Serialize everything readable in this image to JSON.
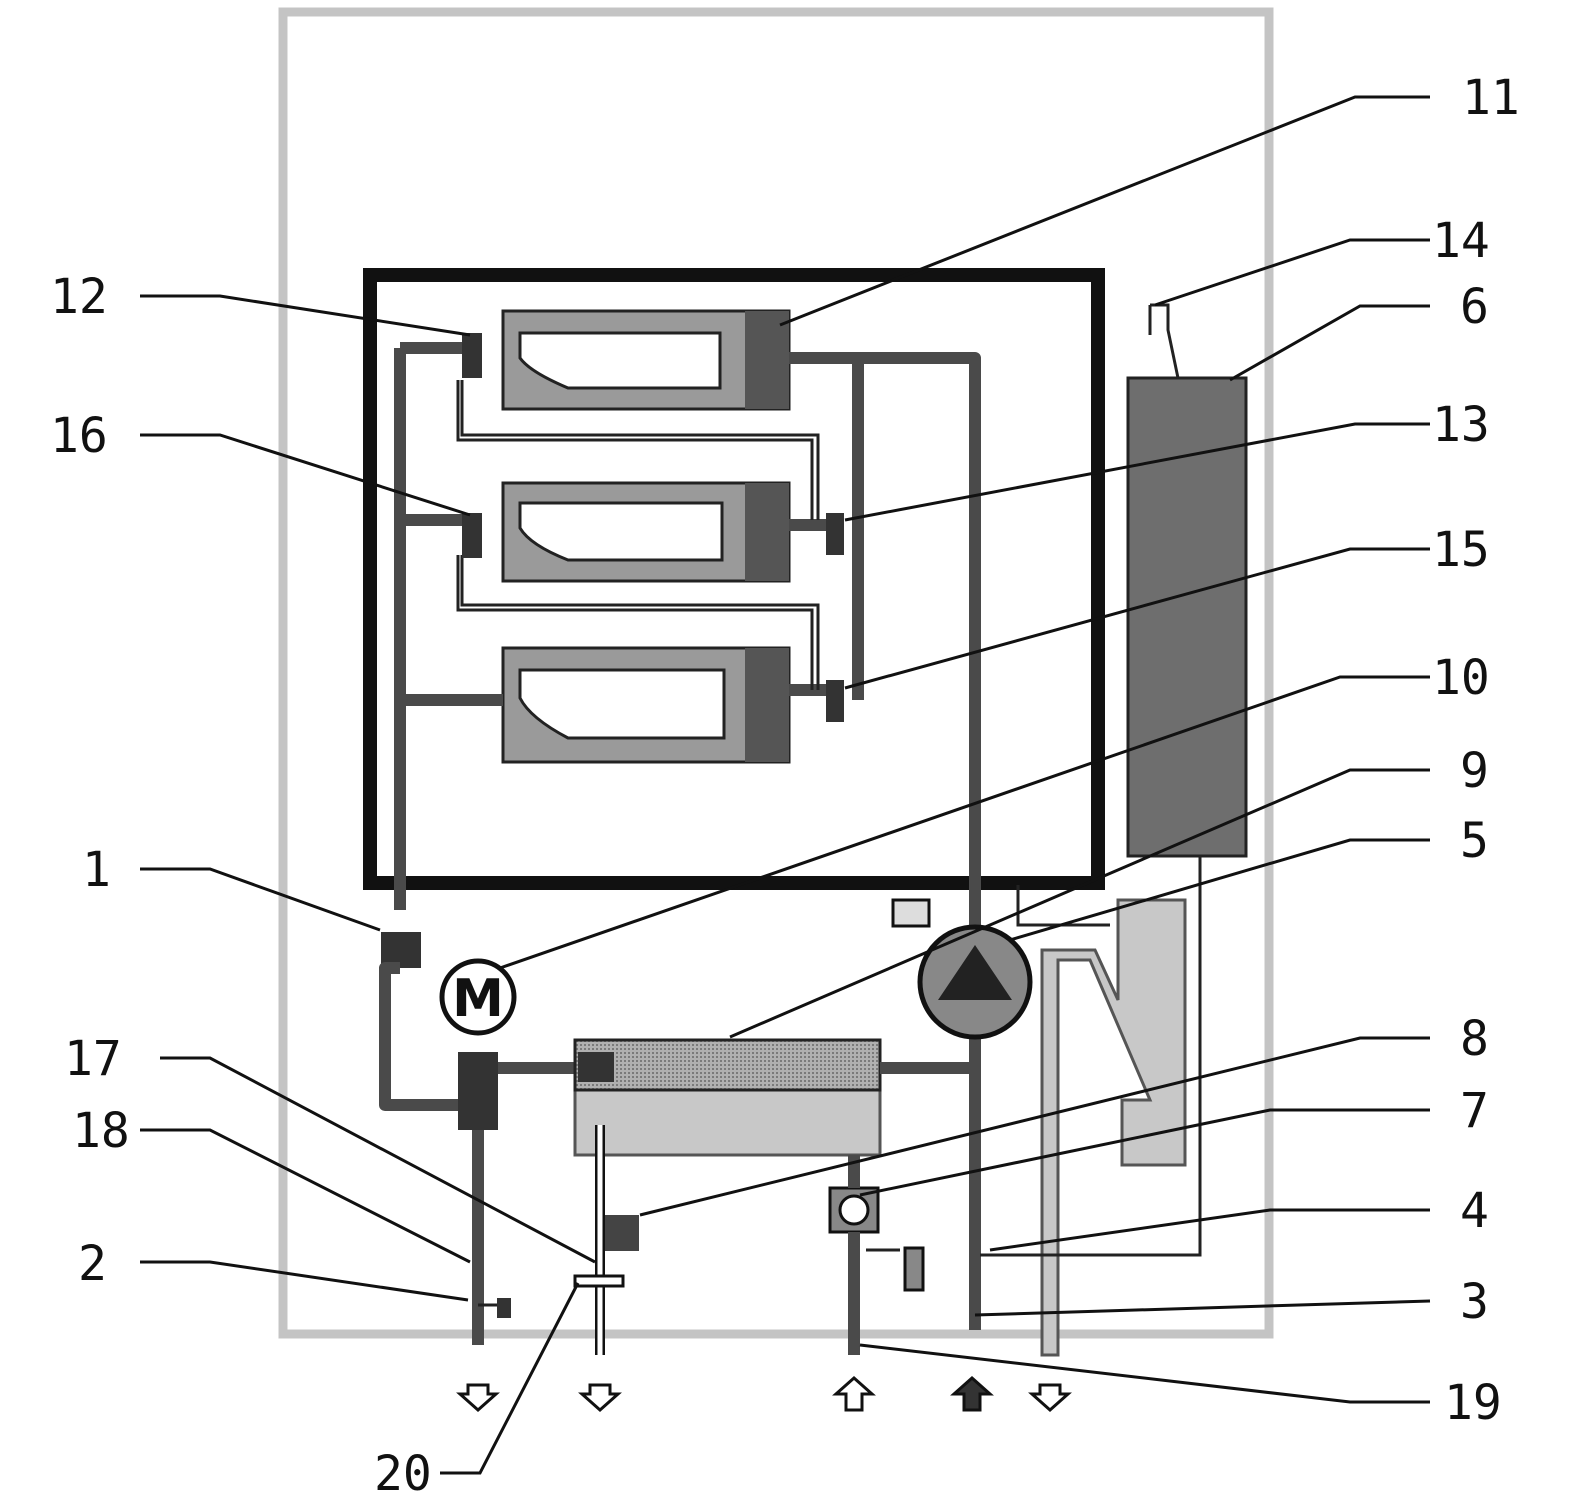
{
  "diagram": {
    "labels": [
      {
        "id": "1",
        "text": "1"
      },
      {
        "id": "2",
        "text": "2"
      },
      {
        "id": "3",
        "text": "3"
      },
      {
        "id": "4",
        "text": "4"
      },
      {
        "id": "5",
        "text": "5"
      },
      {
        "id": "6",
        "text": "6"
      },
      {
        "id": "7",
        "text": "7"
      },
      {
        "id": "8",
        "text": "8"
      },
      {
        "id": "9",
        "text": "9"
      },
      {
        "id": "10",
        "text": "10"
      },
      {
        "id": "11",
        "text": "11"
      },
      {
        "id": "12",
        "text": "12"
      },
      {
        "id": "13",
        "text": "13"
      },
      {
        "id": "14",
        "text": "14"
      },
      {
        "id": "15",
        "text": "15"
      },
      {
        "id": "16",
        "text": "16"
      },
      {
        "id": "17",
        "text": "17"
      },
      {
        "id": "18",
        "text": "18"
      },
      {
        "id": "19",
        "text": "19"
      },
      {
        "id": "20",
        "text": "20"
      }
    ],
    "motor_symbol": "M",
    "flow_arrows": [
      "down",
      "down",
      "up",
      "up",
      "down"
    ],
    "colors": {
      "outline": "#111111",
      "casing": "#c8c8c8",
      "pipe": "#4a4a4a",
      "component_dark": "#6e6e6e",
      "component_mid": "#9a9a9a",
      "component_light": "#c8c8c8"
    }
  }
}
